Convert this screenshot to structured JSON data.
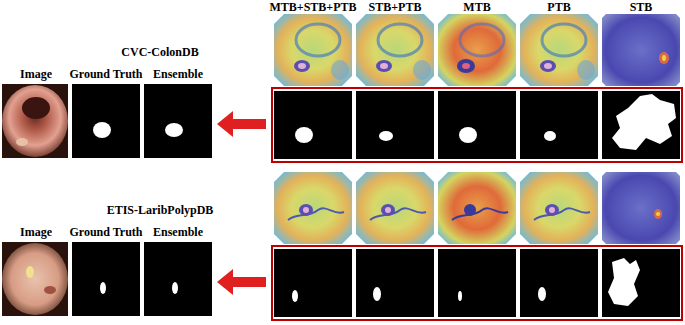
{
  "diagram": {
    "labels": [
      "MTB+STB+PTB",
      "STB+PTB",
      "MTB",
      "PTB",
      "STB",
      "CVC-ColonDB",
      "Image",
      "Ground Truth",
      "Ensemble",
      "ETIS-LaribPolypDB",
      "Image",
      "Ground Truth",
      "Ensemble"
    ]
  }
}
